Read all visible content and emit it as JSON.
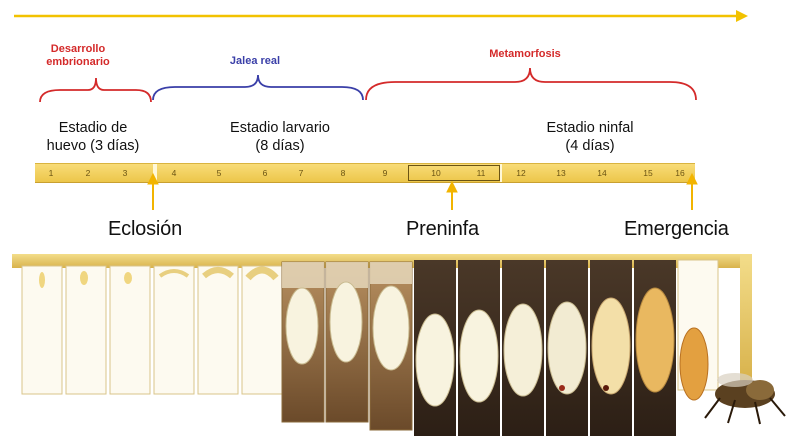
{
  "phases": [
    {
      "label": "Desarrollo embrionario",
      "color": "#d42a2a"
    },
    {
      "label": "Jalea real",
      "color": "#3a3fa8"
    },
    {
      "label": "Metamorfosis",
      "color": "#d42a2a"
    }
  ],
  "stages": [
    {
      "line1": "Estadio de",
      "line2": "huevo (3 días)"
    },
    {
      "line1": "Estadio larvario",
      "line2": "(8 días)"
    },
    {
      "line1": "Estadio ninfal",
      "line2": "(4 días)"
    }
  ],
  "days": [
    "1",
    "2",
    "3",
    "4",
    "5",
    "6",
    "7",
    "8",
    "9",
    "10",
    "11",
    "12",
    "13",
    "14",
    "15",
    "16"
  ],
  "events": [
    {
      "label": "Eclosión"
    },
    {
      "label": "Preninfa"
    },
    {
      "label": "Emergencia"
    }
  ],
  "colors": {
    "timeline_arrow": "#f2c200",
    "day_bar": "#f5d25a",
    "event_arrow": "#f2b400",
    "comb_wax": "#eed27a",
    "cell_dark": "#3a2a1e",
    "larva": "#f8f3df"
  }
}
